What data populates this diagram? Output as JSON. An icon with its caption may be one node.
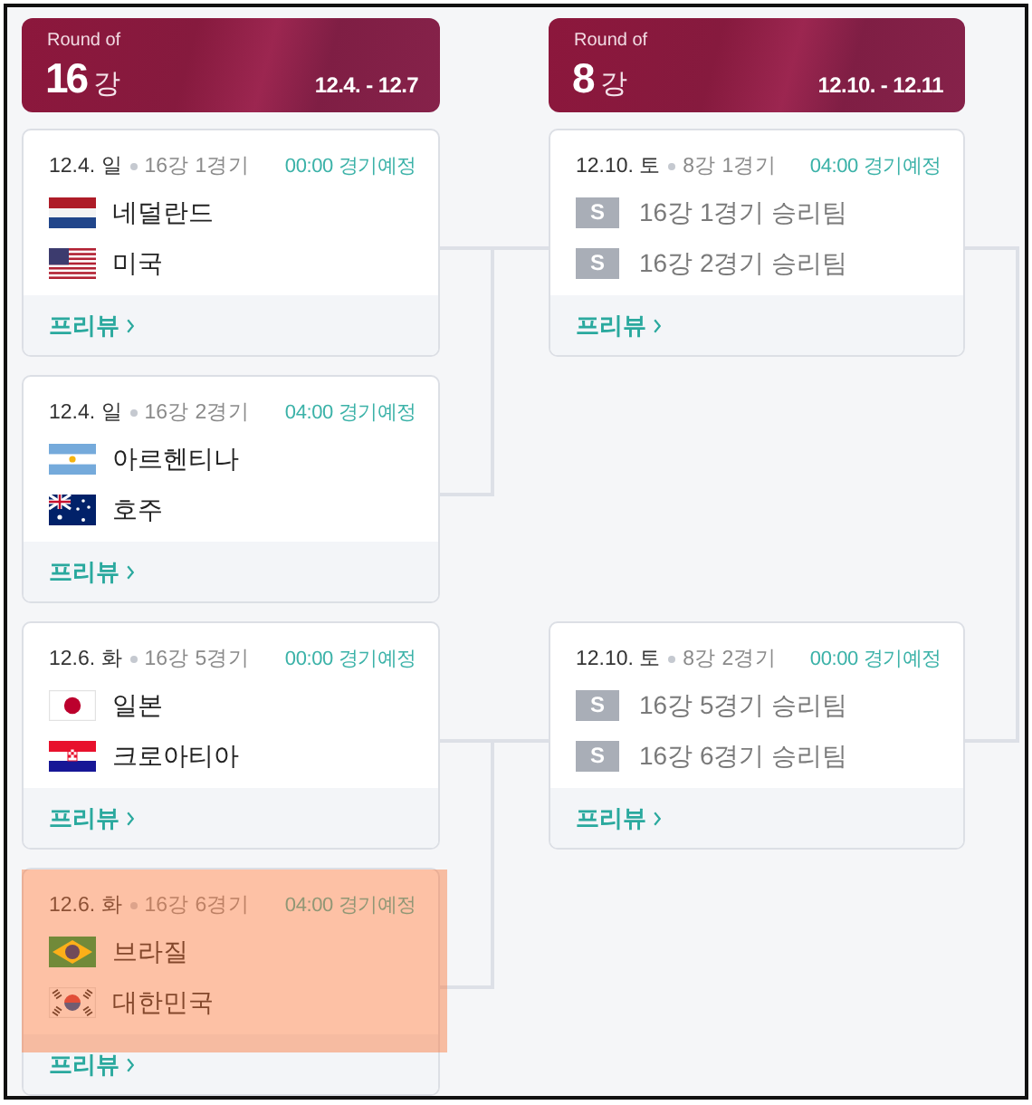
{
  "diagram": {
    "nodes": [
      {
        "text": [
          "Round of",
          "**16**강",
          "12.4. - 12.7"
        ]
      },
      {
        "text": [
          "Round of",
          "**8**강",
          "12.10. - 12.11"
        ]
      },
      {
        "text": [
          "12.4. 일",
          "16강 1경기",
          "00:00 경기예정",
          "네덜란드",
          "미국",
          "프리뷰"
        ]
      },
      {
        "text": [
          "12.10. 토",
          "8강 1경기",
          "04:00 경기예정",
          "S",
          "16강 1경기 승리팀",
          "S",
          "16강 2경기 승리팀",
          "프리뷰"
        ]
      },
      {
        "text": [
          "12.4. 일",
          "16강 2경기",
          "04:00 경기예정",
          "아르헨티나",
          "호주",
          "프리뷰"
        ]
      },
      {
        "text": [
          "12.6. 화",
          "16강 5경기",
          "00:00 경기예정",
          "일본",
          "크로아티아",
          "프리뷰"
        ]
      },
      {
        "text": [
          "12.10. 토",
          "8강 2경기",
          "00:00 경기예정",
          "S",
          "16강 5경기 승리팀",
          "S",
          "16강 6경기 승리팀",
          "프리뷰"
        ]
      },
      {
        "text": [
          "12.6. 화",
          "16강 6경기",
          "04:00 경기예정",
          "브라질",
          "대한민국",
          "프리뷰"
        ]
      }
    ],
    "edges": [
      {
        "from": 2,
        "to": 3,
        "arrow": "none"
      },
      {
        "from": 4,
        "to": 3,
        "arrow": "none"
      },
      {
        "from": 5,
        "to": 6,
        "arrow": "none"
      },
      {
        "from": 7,
        "to": 6,
        "arrow": "none"
      },
      {
        "from": 3,
        "to": 6,
        "arrow": "none"
      }
    ]
  }
}
